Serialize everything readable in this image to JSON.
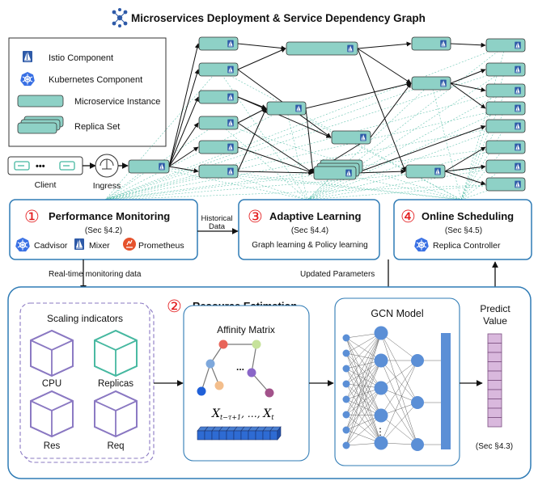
{
  "title": "Microservices Deployment & Service Dependency Graph",
  "legend": {
    "istio": "Istio Component",
    "kubernetes": "Kubernetes Component",
    "instance": "Microservice Instance",
    "replica_set": "Replica Set"
  },
  "client": {
    "label": "Client",
    "dots": "•••"
  },
  "ingress": {
    "label": "Ingress"
  },
  "performance_monitoring": {
    "number": "①",
    "title": "Performance Monitoring",
    "sec": "(Sec §4.2)",
    "tools": [
      "Cadvisor",
      "Mixer",
      "Prometheus"
    ]
  },
  "adaptive_learning": {
    "number": "③",
    "title": "Adaptive Learning",
    "sec": "(Sec §4.4)",
    "desc": "Graph learning & Policy learning"
  },
  "online_scheduling": {
    "number": "④",
    "title": "Online Scheduling",
    "sec": "(Sec §4.5)",
    "tool": "Replica Controller"
  },
  "arrows": {
    "historical_line1": "Historical",
    "historical_line2": "Data",
    "realtime": "Real-time monitoring data",
    "updated": "Updated Parameters"
  },
  "resource_estimation": {
    "number": "②",
    "title": "Resource Estimation",
    "scaling": {
      "title": "Scaling indicators",
      "items": [
        "CPU",
        "Replicas",
        "Res",
        "Req"
      ]
    },
    "affinity": {
      "title": "Affinity Matrix",
      "ellipsis": "...",
      "formula": "X",
      "sub1": "t−τ+1",
      "mid": ", …, ",
      "sub2": "t"
    },
    "gcn": {
      "title": "GCN Model",
      "dots": "⋮"
    },
    "predict": {
      "line1": "Predict",
      "line2": "Value",
      "sec": "(Sec §4.3)"
    }
  },
  "colors": {
    "instance_fill": "#8ED1C6",
    "istio_blue": "#2E5AA8",
    "k8s_blue": "#3970E4",
    "border_blue": "#2F7BB5",
    "red": "#E31A1C",
    "gcn_node": "#5B8FD6",
    "gcn_bar": "#5B8FD6",
    "predict_fill": "#D9B8DD",
    "cube_purple": "#8A78C2",
    "cube_teal": "#46B8A0"
  }
}
